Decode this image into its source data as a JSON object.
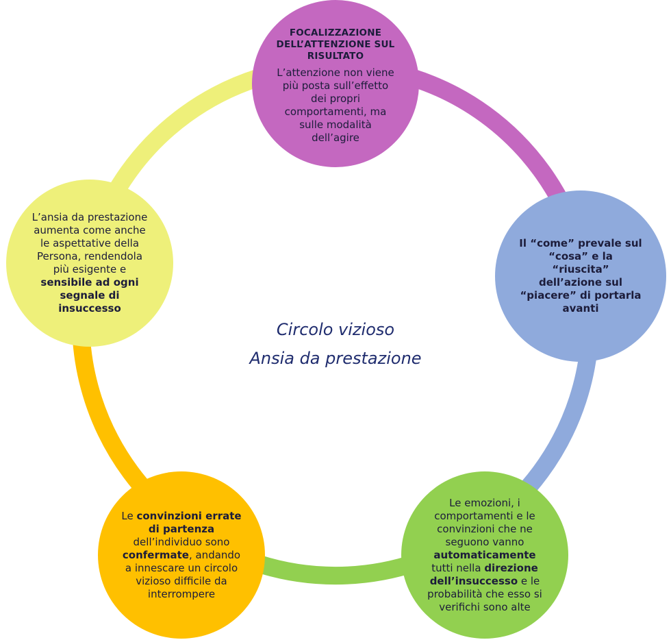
{
  "center": {
    "line1": "Circolo vizioso",
    "line2": "Ansia da prestazione",
    "color": "#1f2c6e"
  },
  "nodes": {
    "top": {
      "color": "#c468c0",
      "heading": "FOCALIZZAZIONE DELL’ATTENZIONE SUL RISULTATO",
      "text": "L’attenzione non viene più posta sull’effetto dei propri comportamenti, ma sulle modalità dell’agire"
    },
    "right": {
      "color": "#8faadc",
      "text": "Il “come” prevale sul “cosa” e la “riuscita” dell’azione sul “piacere” di portarla avanti"
    },
    "bottom_right": {
      "color": "#92d050",
      "t1": "Le emozioni, i comportamenti e le convinzioni che ne seguono vanno ",
      "b1": "automaticamente",
      "t2": " tutti nella ",
      "b2": "direzione dell’insuccesso",
      "t3": " e le probabilità che esso si verifichi sono alte"
    },
    "bottom_left": {
      "color": "#ffc000",
      "t1": "Le ",
      "b1": "convinzioni errate di partenza",
      "t2": " dell’individuo sono ",
      "b2": "confermate",
      "t3": ", andando a innescare un circolo vizioso difficile da interrompere"
    },
    "left": {
      "color": "#eef07a",
      "t1": "L’ansia da prestazione aumenta come anche le aspettative della Persona, rendendola più esigente e ",
      "b1": "sensibile ad ogni segnale di insuccesso"
    }
  },
  "arc_colors": {
    "top_to_right": "#c468c0",
    "right_to_bottom_right": "#8faadc",
    "bottom_right_to_bottom_left": "#92d050",
    "bottom_left_to_left": "#ffc000",
    "left_to_top": "#eef07a"
  }
}
